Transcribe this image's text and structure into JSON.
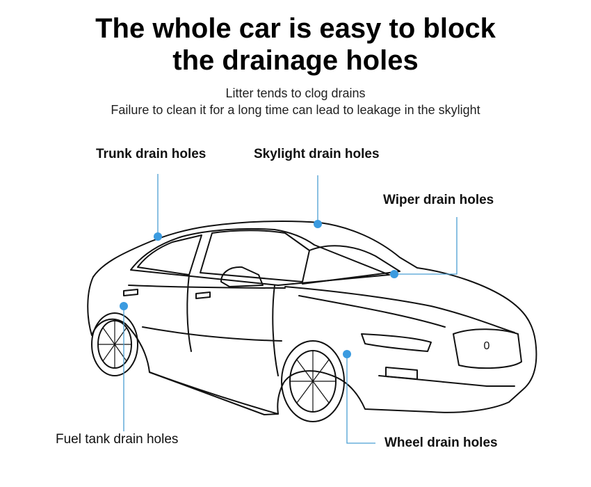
{
  "header": {
    "title_line1": "The whole car is easy to block",
    "title_line2": "the drainage holes",
    "subtitle_line1": "Litter tends to clog drains",
    "subtitle_line2": "Failure to clean it for a long time can lead to leakage in the skylight"
  },
  "callouts": {
    "trunk": "Trunk drain holes",
    "skylight": "Skylight drain holes",
    "wiper": "Wiper drain holes",
    "fuel_tank": "Fuel tank drain holes",
    "wheel": "Wheel drain holes"
  },
  "colors": {
    "leader_line": "#4a9fd3",
    "marker": "#3b9be0",
    "outline": "#111111"
  }
}
